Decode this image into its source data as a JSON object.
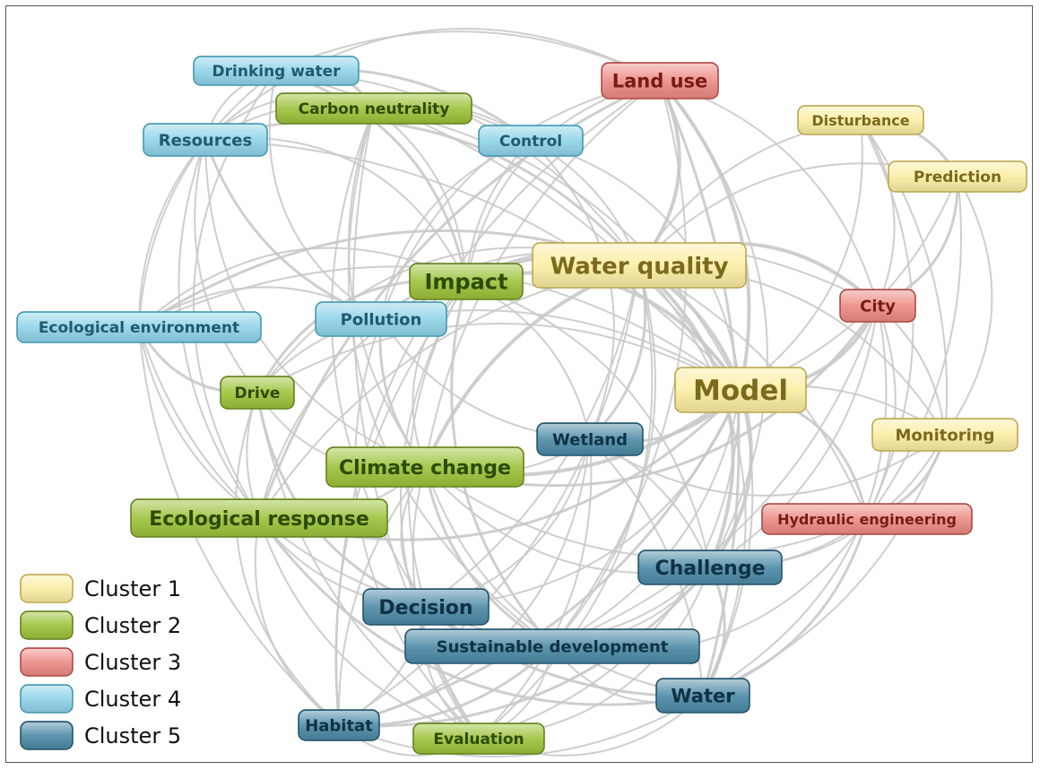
{
  "clusters": [
    {
      "id": 1,
      "label": "Cluster 1",
      "fill": "#fbeda3",
      "stroke": "#b8a24a",
      "text": "#7a6a1c"
    },
    {
      "id": 2,
      "label": "Cluster 2",
      "fill": "#9cc23a",
      "stroke": "#5f7d1a",
      "text": "#2f4a06"
    },
    {
      "id": 3,
      "label": "Cluster 3",
      "fill": "#ec8b84",
      "stroke": "#a8443e",
      "text": "#7a1a16"
    },
    {
      "id": 4,
      "label": "Cluster 4",
      "fill": "#8fd3e8",
      "stroke": "#3f93ad",
      "text": "#1f5a70"
    },
    {
      "id": 5,
      "label": "Cluster 5",
      "fill": "#4d8aa6",
      "stroke": "#1f4f66",
      "text": "#0f3245"
    }
  ],
  "nodes": [
    {
      "id": "drinking-water",
      "label": "Drinking water",
      "cluster": 4
    },
    {
      "id": "carbon-neutrality",
      "label": "Carbon neutrality",
      "cluster": 2
    },
    {
      "id": "resources",
      "label": "Resources",
      "cluster": 4
    },
    {
      "id": "control",
      "label": "Control",
      "cluster": 4
    },
    {
      "id": "land-use",
      "label": "Land use",
      "cluster": 3
    },
    {
      "id": "disturbance",
      "label": "Disturbance",
      "cluster": 1
    },
    {
      "id": "prediction",
      "label": "Prediction",
      "cluster": 1
    },
    {
      "id": "water-quality",
      "label": "Water quality",
      "cluster": 1
    },
    {
      "id": "impact",
      "label": "Impact",
      "cluster": 2
    },
    {
      "id": "city",
      "label": "City",
      "cluster": 3
    },
    {
      "id": "ecological-environment",
      "label": "Ecological environment",
      "cluster": 4
    },
    {
      "id": "pollution",
      "label": "Pollution",
      "cluster": 4
    },
    {
      "id": "drive",
      "label": "Drive",
      "cluster": 2
    },
    {
      "id": "model",
      "label": "Model",
      "cluster": 1
    },
    {
      "id": "monitoring",
      "label": "Monitoring",
      "cluster": 1
    },
    {
      "id": "wetland",
      "label": "Wetland",
      "cluster": 5
    },
    {
      "id": "climate-change",
      "label": "Climate change",
      "cluster": 2
    },
    {
      "id": "ecological-response",
      "label": "Ecological response",
      "cluster": 2
    },
    {
      "id": "hydraulic-engineering",
      "label": "Hydraulic engineering",
      "cluster": 3
    },
    {
      "id": "challenge",
      "label": "Challenge",
      "cluster": 5
    },
    {
      "id": "decision",
      "label": "Decision",
      "cluster": 5
    },
    {
      "id": "sustainable-development",
      "label": "Sustainable development",
      "cluster": 5
    },
    {
      "id": "water",
      "label": "Water",
      "cluster": 5
    },
    {
      "id": "habitat",
      "label": "Habitat",
      "cluster": 5
    },
    {
      "id": "evaluation",
      "label": "Evaluation",
      "cluster": 2
    }
  ],
  "edges": [
    [
      "model",
      "water-quality"
    ],
    [
      "model",
      "land-use"
    ],
    [
      "model",
      "city"
    ],
    [
      "model",
      "monitoring"
    ],
    [
      "model",
      "challenge"
    ],
    [
      "model",
      "hydraulic-engineering"
    ],
    [
      "model",
      "prediction"
    ],
    [
      "model",
      "disturbance"
    ],
    [
      "model",
      "impact"
    ],
    [
      "model",
      "climate-change"
    ],
    [
      "model",
      "ecological-response"
    ],
    [
      "model",
      "water"
    ],
    [
      "model",
      "sustainable-development"
    ],
    [
      "model",
      "decision"
    ],
    [
      "model",
      "pollution"
    ],
    [
      "model",
      "wetland"
    ],
    [
      "model",
      "control"
    ],
    [
      "model",
      "resources"
    ],
    [
      "model",
      "drive"
    ],
    [
      "model",
      "evaluation"
    ],
    [
      "model",
      "habitat"
    ],
    [
      "model",
      "ecological-environment"
    ],
    [
      "model",
      "drinking-water"
    ],
    [
      "model",
      "carbon-neutrality"
    ],
    [
      "water-quality",
      "land-use"
    ],
    [
      "water-quality",
      "impact"
    ],
    [
      "water-quality",
      "pollution"
    ],
    [
      "water-quality",
      "city"
    ],
    [
      "water-quality",
      "climate-change"
    ],
    [
      "water-quality",
      "monitoring"
    ],
    [
      "water-quality",
      "challenge"
    ],
    [
      "water-quality",
      "disturbance"
    ],
    [
      "water-quality",
      "prediction"
    ],
    [
      "water-quality",
      "control"
    ],
    [
      "water-quality",
      "drinking-water"
    ],
    [
      "water-quality",
      "resources"
    ],
    [
      "water-quality",
      "decision"
    ],
    [
      "water-quality",
      "sustainable-development"
    ],
    [
      "water-quality",
      "water"
    ],
    [
      "water-quality",
      "ecological-response"
    ],
    [
      "water-quality",
      "wetland"
    ],
    [
      "water-quality",
      "drive"
    ],
    [
      "water-quality",
      "habitat"
    ],
    [
      "water-quality",
      "evaluation"
    ],
    [
      "water-quality",
      "hydraulic-engineering"
    ],
    [
      "water-quality",
      "ecological-environment"
    ],
    [
      "land-use",
      "impact"
    ],
    [
      "land-use",
      "climate-change"
    ],
    [
      "land-use",
      "city"
    ],
    [
      "land-use",
      "challenge"
    ],
    [
      "land-use",
      "ecological-response"
    ],
    [
      "land-use",
      "pollution"
    ],
    [
      "land-use",
      "resources"
    ],
    [
      "land-use",
      "drinking-water"
    ],
    [
      "land-use",
      "habitat"
    ],
    [
      "land-use",
      "water"
    ],
    [
      "land-use",
      "sustainable-development"
    ],
    [
      "impact",
      "climate-change"
    ],
    [
      "impact",
      "pollution"
    ],
    [
      "impact",
      "ecological-response"
    ],
    [
      "impact",
      "drive"
    ],
    [
      "impact",
      "decision"
    ],
    [
      "impact",
      "challenge"
    ],
    [
      "impact",
      "resources"
    ],
    [
      "impact",
      "carbon-neutrality"
    ],
    [
      "impact",
      "drinking-water"
    ],
    [
      "impact",
      "control"
    ],
    [
      "impact",
      "wetland"
    ],
    [
      "impact",
      "evaluation"
    ],
    [
      "impact",
      "habitat"
    ],
    [
      "impact",
      "sustainable-development"
    ],
    [
      "impact",
      "ecological-environment"
    ],
    [
      "climate-change",
      "ecological-response"
    ],
    [
      "climate-change",
      "challenge"
    ],
    [
      "climate-change",
      "decision"
    ],
    [
      "climate-change",
      "sustainable-development"
    ],
    [
      "climate-change",
      "water"
    ],
    [
      "climate-change",
      "habitat"
    ],
    [
      "climate-change",
      "evaluation"
    ],
    [
      "climate-change",
      "drive"
    ],
    [
      "climate-change",
      "pollution"
    ],
    [
      "climate-change",
      "carbon-neutrality"
    ],
    [
      "climate-change",
      "resources"
    ],
    [
      "climate-change",
      "wetland"
    ],
    [
      "climate-change",
      "hydraulic-engineering"
    ],
    [
      "climate-change",
      "city"
    ],
    [
      "ecological-response",
      "decision"
    ],
    [
      "ecological-response",
      "habitat"
    ],
    [
      "ecological-response",
      "drive"
    ],
    [
      "ecological-response",
      "evaluation"
    ],
    [
      "ecological-response",
      "water"
    ],
    [
      "ecological-response",
      "ecological-environment"
    ],
    [
      "ecological-response",
      "resources"
    ],
    [
      "ecological-response",
      "drinking-water"
    ],
    [
      "challenge",
      "sustainable-development"
    ],
    [
      "challenge",
      "water"
    ],
    [
      "challenge",
      "decision"
    ],
    [
      "challenge",
      "city"
    ],
    [
      "challenge",
      "monitoring"
    ],
    [
      "challenge",
      "hydraulic-engineering"
    ],
    [
      "challenge",
      "habitat"
    ],
    [
      "challenge",
      "evaluation"
    ],
    [
      "challenge",
      "wetland"
    ],
    [
      "sustainable-development",
      "decision"
    ],
    [
      "sustainable-development",
      "water"
    ],
    [
      "sustainable-development",
      "habitat"
    ],
    [
      "sustainable-development",
      "evaluation"
    ],
    [
      "sustainable-development",
      "carbon-neutrality"
    ],
    [
      "decision",
      "habitat"
    ],
    [
      "decision",
      "evaluation"
    ],
    [
      "decision",
      "water"
    ],
    [
      "water",
      "habitat"
    ],
    [
      "water",
      "evaluation"
    ],
    [
      "city",
      "monitoring"
    ],
    [
      "city",
      "disturbance"
    ],
    [
      "city",
      "prediction"
    ],
    [
      "city",
      "hydraulic-engineering"
    ],
    [
      "city",
      "pollution"
    ],
    [
      "city",
      "water"
    ],
    [
      "city",
      "sustainable-development"
    ],
    [
      "disturbance",
      "prediction"
    ],
    [
      "disturbance",
      "monitoring"
    ],
    [
      "disturbance",
      "hydraulic-engineering"
    ],
    [
      "prediction",
      "monitoring"
    ],
    [
      "prediction",
      "hydraulic-engineering"
    ],
    [
      "monitoring",
      "hydraulic-engineering"
    ],
    [
      "monitoring",
      "wetland"
    ],
    [
      "monitoring",
      "water"
    ],
    [
      "pollution",
      "control"
    ],
    [
      "pollution",
      "drinking-water"
    ],
    [
      "pollution",
      "resources"
    ],
    [
      "pollution",
      "ecological-environment"
    ],
    [
      "pollution",
      "drive"
    ],
    [
      "pollution",
      "wetland"
    ],
    [
      "pollution",
      "evaluation"
    ],
    [
      "control",
      "drinking-water"
    ],
    [
      "control",
      "resources"
    ],
    [
      "control",
      "wetland"
    ],
    [
      "control",
      "carbon-neutrality"
    ],
    [
      "drinking-water",
      "resources"
    ],
    [
      "drinking-water",
      "carbon-neutrality"
    ],
    [
      "drinking-water",
      "ecological-environment"
    ],
    [
      "resources",
      "carbon-neutrality"
    ],
    [
      "resources",
      "ecological-environment"
    ],
    [
      "resources",
      "drive"
    ],
    [
      "ecological-environment",
      "drive"
    ],
    [
      "ecological-environment",
      "habitat"
    ],
    [
      "ecological-environment",
      "decision"
    ],
    [
      "drive",
      "habitat"
    ],
    [
      "drive",
      "evaluation"
    ],
    [
      "drive",
      "decision"
    ],
    [
      "wetland",
      "habitat"
    ],
    [
      "wetland",
      "evaluation"
    ],
    [
      "wetland",
      "decision"
    ],
    [
      "wetland",
      "water"
    ],
    [
      "hydraulic-engineering",
      "water"
    ],
    [
      "hydraulic-engineering",
      "sustainable-development"
    ],
    [
      "carbon-neutrality",
      "evaluation"
    ],
    [
      "carbon-neutrality",
      "decision"
    ],
    [
      "habitat",
      "evaluation"
    ]
  ]
}
